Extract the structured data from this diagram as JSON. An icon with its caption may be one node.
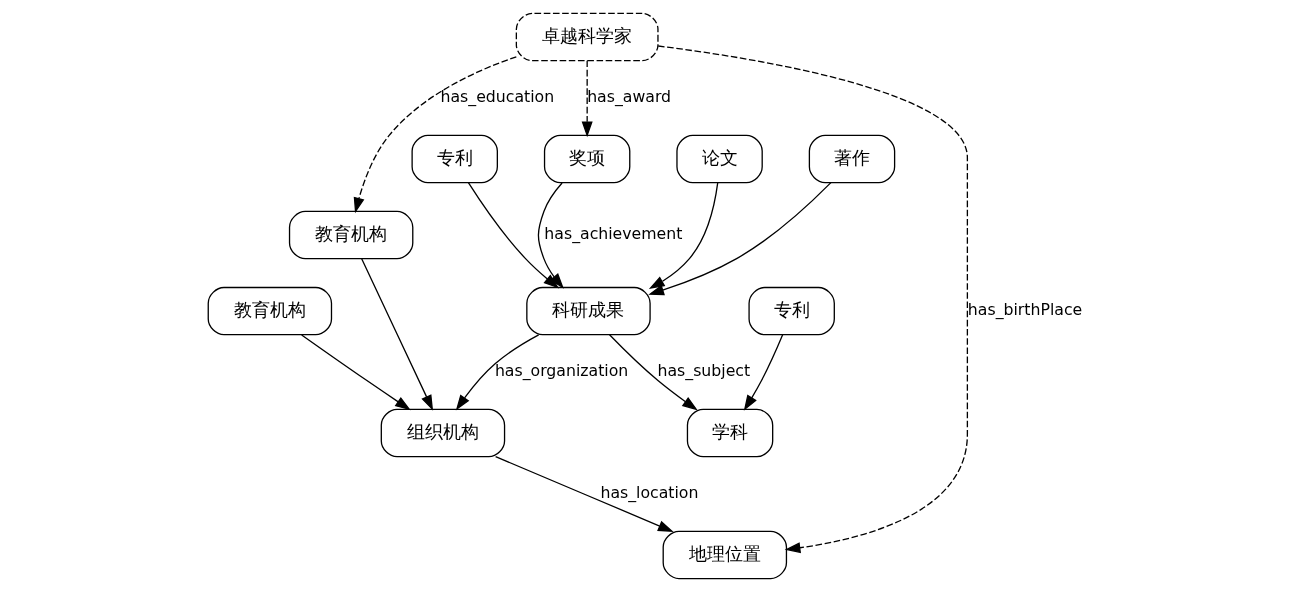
{
  "diagram": {
    "nodes": [
      {
        "text": [
          "地理位置"
        ]
      },
      {
        "text": [
          "论文"
        ]
      },
      {
        "text": [
          "著作"
        ]
      },
      {
        "text": [
          "专利"
        ]
      },
      {
        "text": [
          "科研成果"
        ]
      },
      {
        "text": [
          "奖项"
        ]
      },
      {
        "text": [
          "学科"
        ]
      },
      {
        "text": [
          "组织机构"
        ]
      },
      {
        "text": [
          "专利"
        ]
      },
      {
        "text": [
          "卓越科学家"
        ]
      },
      {
        "text": [
          "教育机构"
        ]
      },
      {
        "text": [
          "教育机构"
        ]
      }
    ],
    "edges": [
      {
        "from": 9,
        "to": 0,
        "arrow": "to",
        "label": "has_birthPlace",
        "style": "dashed"
      },
      {
        "from": 7,
        "to": 0,
        "arrow": "to",
        "label": "has_location"
      },
      {
        "from": 1,
        "to": 4,
        "arrow": "to"
      },
      {
        "from": 2,
        "to": 4,
        "arrow": "to"
      },
      {
        "from": 3,
        "to": 4,
        "arrow": "to"
      },
      {
        "from": 5,
        "to": 4,
        "arrow": "to",
        "label": "has_achievement"
      },
      {
        "from": 4,
        "to": 6,
        "arrow": "to",
        "label": "has_subject"
      },
      {
        "from": 4,
        "to": 7,
        "arrow": "to",
        "label": "has_organization"
      },
      {
        "from": 8,
        "to": 6,
        "arrow": "to"
      },
      {
        "from": 9,
        "to": 5,
        "arrow": "to",
        "label": "has_award",
        "style": "dashed"
      },
      {
        "from": 9,
        "to": 10,
        "arrow": "to",
        "label": "has_education",
        "style": "dashed"
      },
      {
        "from": 10,
        "to": 7,
        "arrow": "to"
      },
      {
        "from": 11,
        "to": 7,
        "arrow": "to"
      }
    ]
  }
}
